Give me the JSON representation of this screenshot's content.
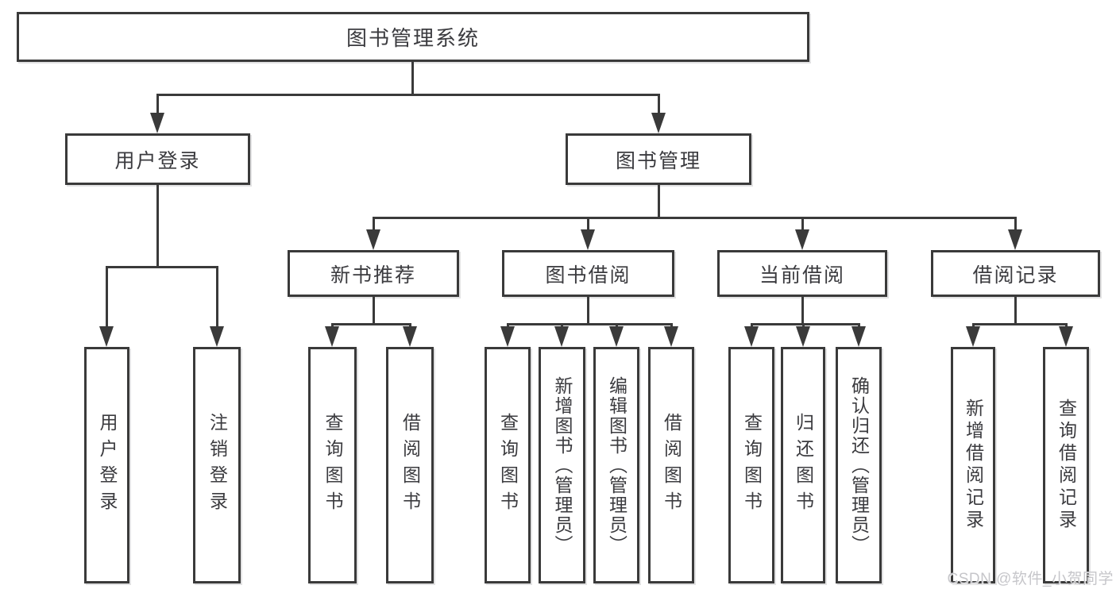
{
  "diagram_title": "图书管理系统",
  "colors": {
    "line": "#3a3a3a",
    "text": "#3b3b3f",
    "background": "#ffffff",
    "watermark": "#c6c6ca"
  },
  "tree": {
    "root": {
      "label": "图书管理系统",
      "children": [
        {
          "label": "用户登录",
          "children": [
            {
              "label": "用户登录"
            },
            {
              "label": "注销登录"
            }
          ]
        },
        {
          "label": "图书管理",
          "children": [
            {
              "label": "新书推荐",
              "children": [
                {
                  "label": "查询图书"
                },
                {
                  "label": "借阅图书"
                }
              ]
            },
            {
              "label": "图书借阅",
              "children": [
                {
                  "label": "查询图书"
                },
                {
                  "label": "新增图书（管理员）"
                },
                {
                  "label": "编辑图书（管理员）"
                },
                {
                  "label": "借阅图书"
                }
              ]
            },
            {
              "label": "当前借阅",
              "children": [
                {
                  "label": "查询图书"
                },
                {
                  "label": "归还图书"
                },
                {
                  "label": "确认归还（管理员）"
                }
              ]
            },
            {
              "label": "借阅记录",
              "children": [
                {
                  "label": "新增借阅记录"
                },
                {
                  "label": "查询借阅记录"
                }
              ]
            }
          ]
        }
      ]
    }
  },
  "watermark": {
    "text": "CSDN @软件_小贺同学"
  }
}
